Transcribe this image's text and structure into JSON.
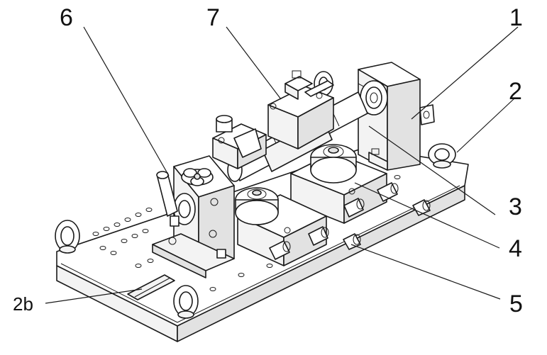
{
  "labels": {
    "l1": "1",
    "l2": "2",
    "l3": "3",
    "l4": "4",
    "l5": "5",
    "l6": "6",
    "l7": "7",
    "l2b": "2b"
  }
}
